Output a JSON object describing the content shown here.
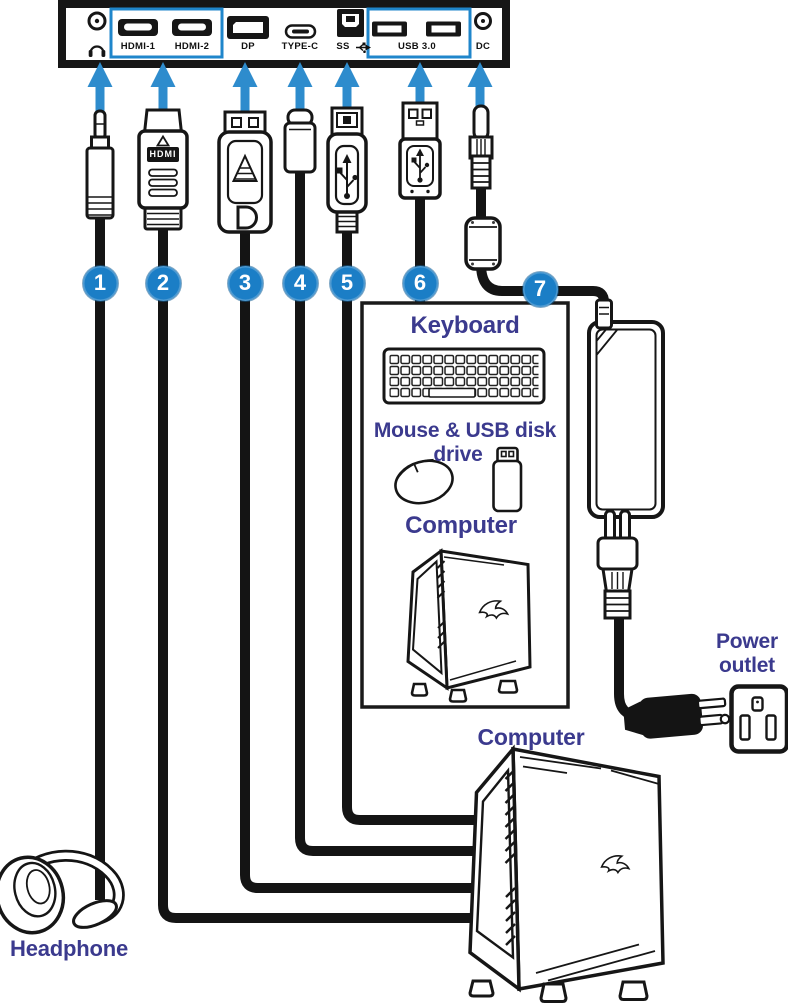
{
  "colors": {
    "accent_blue": "#1f86cb",
    "number_blue": "#1b7ec6",
    "label_indigo": "#3b3a8e"
  },
  "panel": {
    "port_labels": {
      "hdmi1": "HDMI-1",
      "hdmi2": "HDMI-2",
      "dp": "DP",
      "typec": "TYPE-C",
      "usb_upstream": "SS",
      "usb30": "USB 3.0",
      "dc": "DC"
    }
  },
  "connectors": {
    "numbers": [
      "1",
      "2",
      "3",
      "4",
      "5",
      "6",
      "7"
    ],
    "hdmi_plug_text": "HDMI"
  },
  "labels": {
    "keyboard": "Keyboard",
    "mouse_usb_line1": "Mouse & USB disk",
    "mouse_usb_line2": "drive",
    "computer_in_box": "Computer",
    "computer_main": "Computer",
    "power_outlet_line1": "Power",
    "power_outlet_line2": "outlet",
    "headphone": "Headphone"
  }
}
